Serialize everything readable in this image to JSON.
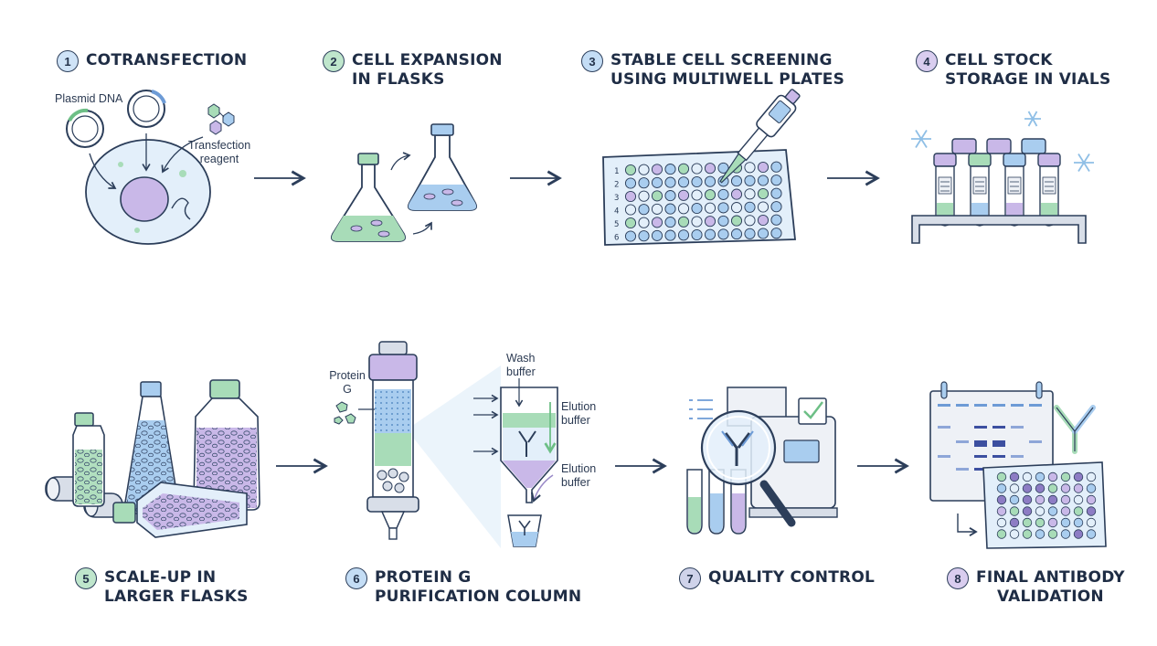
{
  "steps": [
    {
      "num": "1",
      "lines": [
        "COTRANSFECTION"
      ],
      "color": "#cfe3f7"
    },
    {
      "num": "2",
      "lines": [
        "CELL EXPANSION",
        "IN FLASKS"
      ],
      "color": "#bfe6cc"
    },
    {
      "num": "3",
      "lines": [
        "STABLE CELL SCREENING",
        "USING MULTIWELL PLATES"
      ],
      "color": "#c4ddf5"
    },
    {
      "num": "4",
      "lines": [
        "CELL STOCK",
        "STORAGE IN VIALS"
      ],
      "color": "#d9cdef"
    },
    {
      "num": "5",
      "lines": [
        "SCALE-UP IN",
        "LARGER FLASKS"
      ],
      "color": "#bfe6cc"
    },
    {
      "num": "6",
      "lines": [
        "PROTEIN G",
        "PURIFICATION COLUMN"
      ],
      "color": "#c4ddf5"
    },
    {
      "num": "7",
      "lines": [
        "QUALITY CONTROL"
      ],
      "color": "#cfd3ea"
    },
    {
      "num": "8",
      "lines": [
        "FINAL ANTIBODY",
        "VALIDATION"
      ],
      "color": "#d9cdef"
    }
  ],
  "labels": {
    "plasmid": "Plasmid DNA",
    "transfection": [
      "Transfection",
      "reagent"
    ],
    "protein_g": [
      "Protein",
      "G"
    ],
    "wash": [
      "Wash",
      "buffer"
    ],
    "elution1": [
      "Elution",
      "buffer"
    ],
    "elution2": [
      "Elution",
      "buffer"
    ]
  },
  "plate_rows": [
    "1",
    "2",
    "3",
    "4",
    "5",
    "6"
  ],
  "colors": {
    "ink": "#2c3e5a",
    "green": "#a8dcb8",
    "blue": "#a9cdef",
    "purple": "#c9b8e8",
    "lightblue": "#e3effa"
  }
}
